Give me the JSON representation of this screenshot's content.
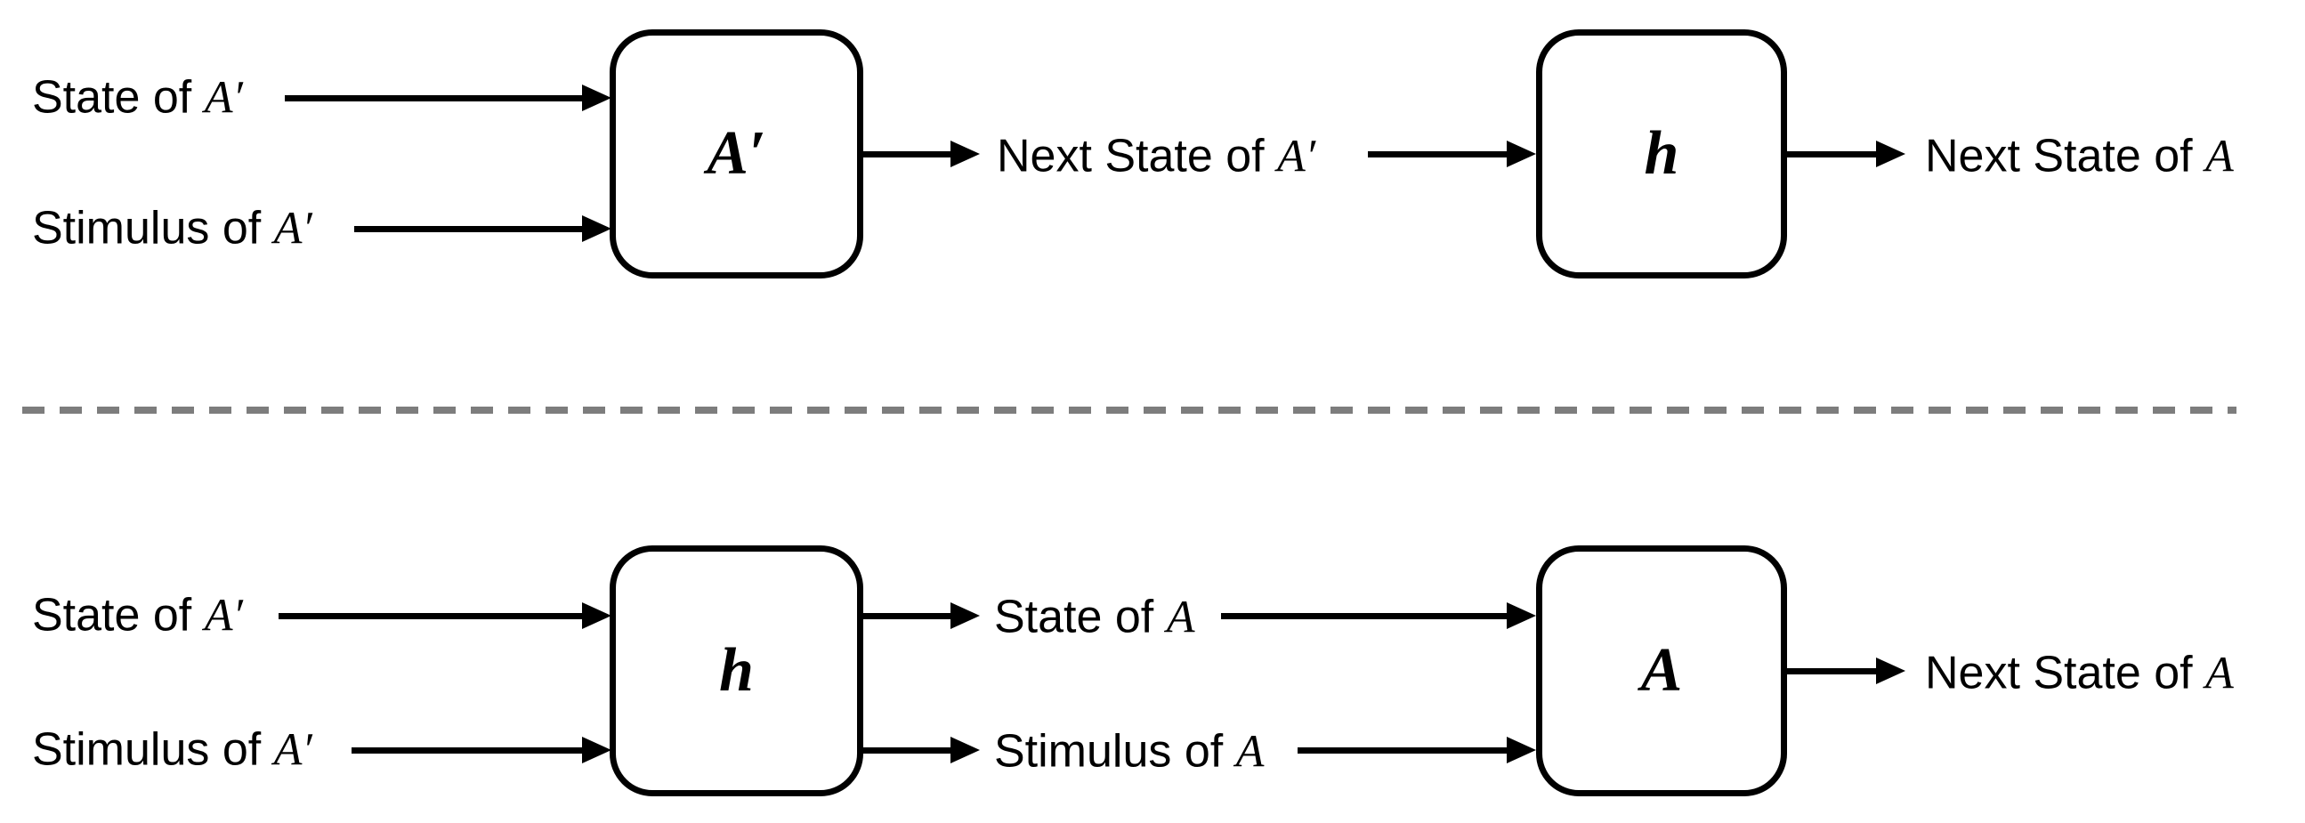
{
  "diagram": {
    "colors": {
      "line": "#000000",
      "separator": "#7d7d7d",
      "background": "#ffffff"
    },
    "top": {
      "input1": {
        "prefix": "State of ",
        "symbol": "A′"
      },
      "input2": {
        "prefix": "Stimulus of ",
        "symbol": "A′"
      },
      "box1_label": "A′",
      "mid": {
        "prefix": "Next State of ",
        "symbol": "A′"
      },
      "box2_label": "h",
      "output": {
        "prefix": "Next State of ",
        "symbol": "A"
      }
    },
    "bottom": {
      "input1": {
        "prefix": "State of ",
        "symbol": "A′"
      },
      "input2": {
        "prefix": "Stimulus of ",
        "symbol": "A′"
      },
      "box1_label": "h",
      "mid1": {
        "prefix": "State of ",
        "symbol": "A"
      },
      "mid2": {
        "prefix": "Stimulus of ",
        "symbol": "A"
      },
      "box2_label": "A",
      "output": {
        "prefix": "Next State of ",
        "symbol": "A"
      }
    }
  }
}
